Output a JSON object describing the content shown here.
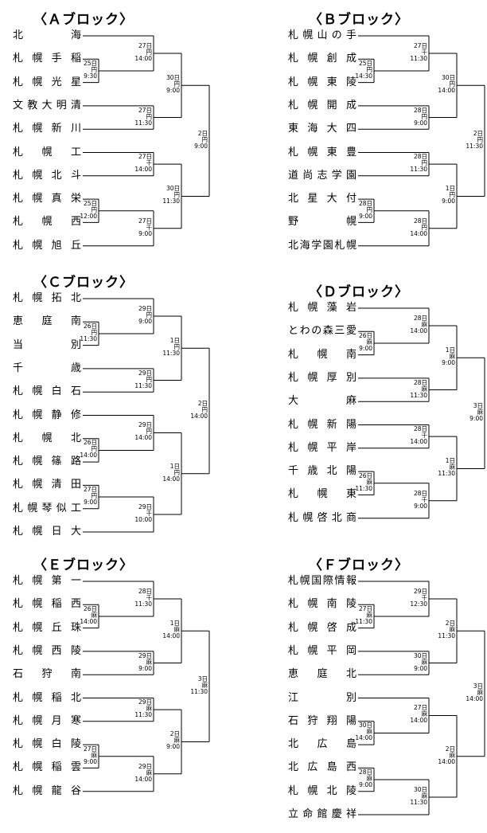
{
  "blocks": [
    {
      "title": "〈Ａブロック〉",
      "teams": [
        "北海",
        "札幌手稲",
        "札幌光星",
        "文教大明清",
        "札幌新川",
        "札幌工",
        "札幌北斗",
        "札幌真栄",
        "札幌西",
        "札幌旭丘"
      ],
      "matches": [
        {
          "day": "27日",
          "venue": "円",
          "time": "14:00"
        },
        {
          "day": "25日",
          "venue": "円",
          "time": "9:30"
        },
        {
          "day": "27日",
          "venue": "円",
          "time": "11:30"
        },
        {
          "day": "30日",
          "venue": "円",
          "time": "9:00"
        },
        {
          "day": "27日",
          "venue": "千",
          "time": "14:00"
        },
        {
          "day": "25日",
          "venue": "円",
          "time": "12:00"
        },
        {
          "day": "27日",
          "venue": "千",
          "time": "9:00"
        },
        {
          "day": "30日",
          "venue": "円",
          "time": "11:30"
        },
        {
          "day": "2日",
          "venue": "円",
          "time": "9:00"
        }
      ]
    },
    {
      "title": "〈Ｂブロック〉",
      "teams": [
        "札幌山の手",
        "札幌創成",
        "札幌東陵",
        "札幌開成",
        "東海大四",
        "札幌東豊",
        "道尚志学園",
        "北星大付",
        "野幌",
        "北海学園札幌"
      ],
      "matches": [
        {
          "day": "27日",
          "venue": "千",
          "time": "11:30"
        },
        {
          "day": "25日",
          "venue": "円",
          "time": "14:30"
        },
        {
          "day": "28日",
          "venue": "円",
          "time": "9:00"
        },
        {
          "day": "30日",
          "venue": "円",
          "time": "14:00"
        },
        {
          "day": "28日",
          "venue": "円",
          "time": "11:30"
        },
        {
          "day": "28日",
          "venue": "円",
          "time": "9:00"
        },
        {
          "day": "28日",
          "venue": "円",
          "time": "14:00"
        },
        {
          "day": "1日",
          "venue": "円",
          "time": "9:00"
        },
        {
          "day": "2日",
          "venue": "円",
          "time": "11:30"
        }
      ]
    },
    {
      "title": "〈Ｃブロック〉",
      "teams": [
        "札幌拓北",
        "恵庭南",
        "当別",
        "千歳",
        "札幌白石",
        "札幌静修",
        "札幌北",
        "札幌篠路",
        "札幌清田",
        "札幌琴似工",
        "札幌日大"
      ],
      "matches": [
        {
          "day": "29日",
          "venue": "円",
          "time": "9:00"
        },
        {
          "day": "26日",
          "venue": "円",
          "time": "11:30"
        },
        {
          "day": "29日",
          "venue": "円",
          "time": "11:30"
        },
        {
          "day": "1日",
          "venue": "円",
          "time": "11:30"
        },
        {
          "day": "29日",
          "venue": "円",
          "time": "14:00"
        },
        {
          "day": "26日",
          "venue": "円",
          "time": "14:00"
        },
        {
          "day": "27日",
          "venue": "円",
          "time": "9:00"
        },
        {
          "day": "29日",
          "venue": "千",
          "time": "10:00"
        },
        {
          "day": "1日",
          "venue": "円",
          "time": "14:00"
        },
        {
          "day": "2日",
          "venue": "円",
          "time": "14:00"
        }
      ]
    },
    {
      "title": "〈Ｄブロック〉",
      "teams": [
        "札幌藻岩",
        "とわの森三愛",
        "札幌南",
        "札幌厚別",
        "大麻",
        "札幌新陽",
        "札幌平岸",
        "千歳北陽",
        "札幌東",
        "札幌啓北商"
      ],
      "matches": [
        {
          "day": "28日",
          "venue": "麻",
          "time": "14:00"
        },
        {
          "day": "26日",
          "venue": "麻",
          "time": "9:00"
        },
        {
          "day": "28日",
          "venue": "麻",
          "time": "11:30"
        },
        {
          "day": "1日",
          "venue": "麻",
          "time": "9:00"
        },
        {
          "day": "28日",
          "venue": "千",
          "time": "14:00"
        },
        {
          "day": "26日",
          "venue": "麻",
          "time": "11:30"
        },
        {
          "day": "28日",
          "venue": "千",
          "time": "9:00"
        },
        {
          "day": "1日",
          "venue": "麻",
          "time": "11:30"
        },
        {
          "day": "3日",
          "venue": "麻",
          "time": "9:00"
        }
      ]
    },
    {
      "title": "〈Ｅブロック〉",
      "teams": [
        "札幌第一",
        "札幌稲西",
        "札幌丘珠",
        "札幌西陵",
        "石狩南",
        "札幌稲北",
        "札幌月寒",
        "札幌白陵",
        "札幌稲雲",
        "札幌龍谷"
      ],
      "matches": [
        {
          "day": "28日",
          "venue": "千",
          "time": "11:30"
        },
        {
          "day": "26日",
          "venue": "麻",
          "time": "14:00"
        },
        {
          "day": "29日",
          "venue": "麻",
          "time": "9:00"
        },
        {
          "day": "1日",
          "venue": "麻",
          "time": "14:00"
        },
        {
          "day": "29日",
          "venue": "麻",
          "time": "11:30"
        },
        {
          "day": "27日",
          "venue": "麻",
          "time": "9:00"
        },
        {
          "day": "29日",
          "venue": "麻",
          "time": "14:00"
        },
        {
          "day": "2日",
          "venue": "麻",
          "time": "9:00"
        },
        {
          "day": "3日",
          "venue": "麻",
          "time": "11:30"
        }
      ]
    },
    {
      "title": "〈Ｆブロック〉",
      "teams": [
        "札幌国際情報",
        "札幌南陵",
        "札幌啓成",
        "札幌平岡",
        "恵庭北",
        "江別",
        "石狩翔陽",
        "北広島",
        "北広島西",
        "札幌北陵",
        "立命館慶祥"
      ],
      "matches": [
        {
          "day": "29日",
          "venue": "千",
          "time": "12:30"
        },
        {
          "day": "27日",
          "venue": "麻",
          "time": "11:30"
        },
        {
          "day": "30日",
          "venue": "麻",
          "time": "9:00"
        },
        {
          "day": "2日",
          "venue": "麻",
          "time": "11:30"
        },
        {
          "day": "27日",
          "venue": "麻",
          "time": "14:00"
        },
        {
          "day": "30日",
          "venue": "麻",
          "time": "14:00"
        },
        {
          "day": "28日",
          "venue": "麻",
          "time": "9:00"
        },
        {
          "day": "30日",
          "venue": "麻",
          "time": "11:30"
        },
        {
          "day": "2日",
          "venue": "麻",
          "time": "14:00"
        },
        {
          "day": "3日",
          "venue": "麻",
          "time": "14:00"
        }
      ]
    }
  ]
}
